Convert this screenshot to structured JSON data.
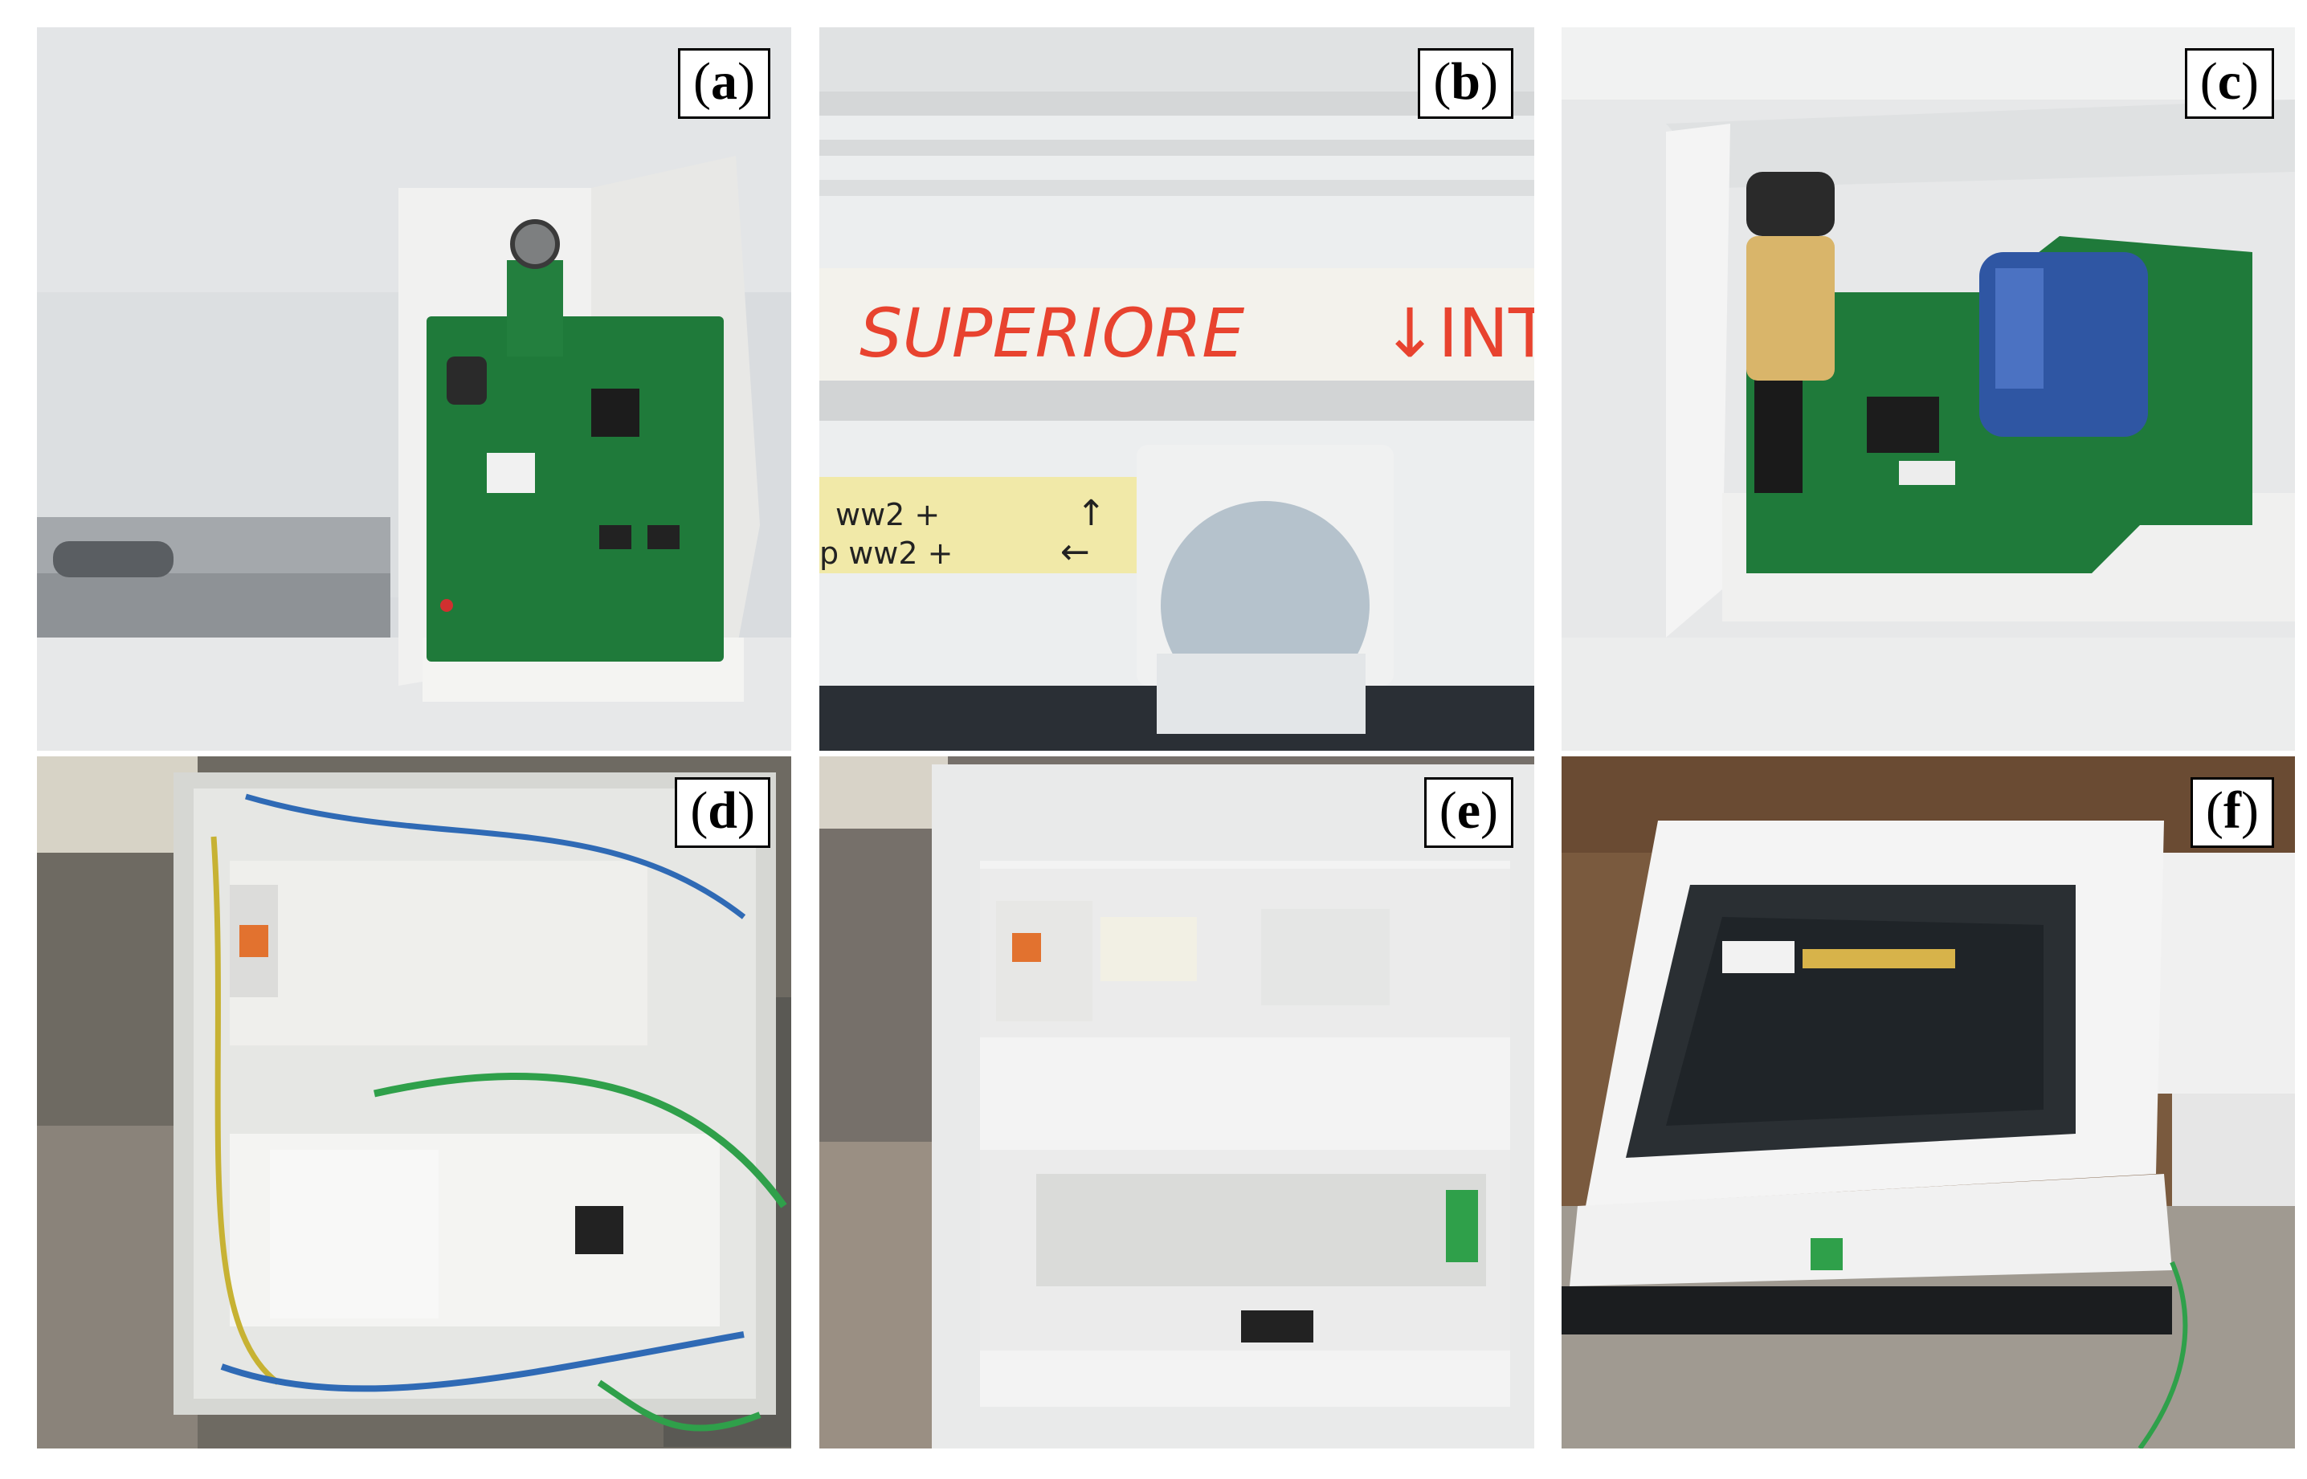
{
  "panels": [
    {
      "id": "a",
      "letter": "a"
    },
    {
      "id": "b",
      "letter": "b",
      "tape_text": "SUPERIORE",
      "tape_text_2": "INT",
      "arrow_up": "↑",
      "arrow_left": "←",
      "note_1": "ww2 +",
      "note_2": "p ww2 +"
    },
    {
      "id": "c",
      "letter": "c"
    },
    {
      "id": "d",
      "letter": "d"
    },
    {
      "id": "e",
      "letter": "e"
    },
    {
      "id": "f",
      "letter": "f"
    }
  ],
  "colors": {
    "pcb_green": "#1f7a3a",
    "tape_red": "#e8432f",
    "wire_green": "#2fa04a"
  }
}
